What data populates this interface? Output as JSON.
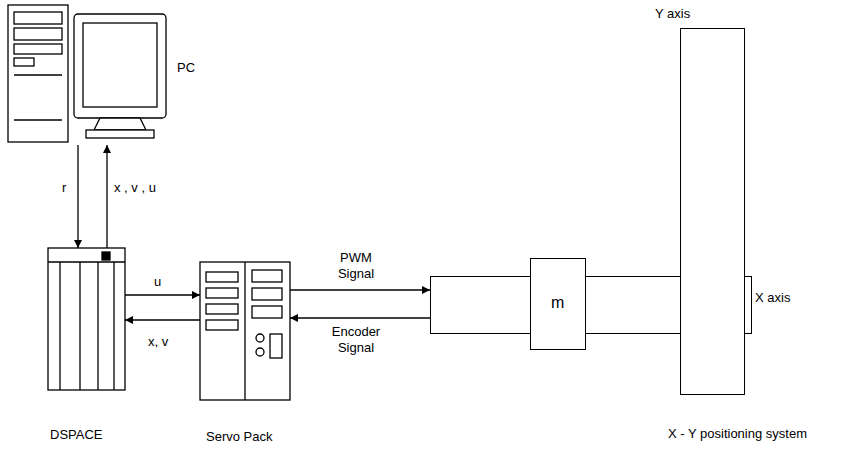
{
  "diagram": {
    "nodes": [
      {
        "text": [
          "PC"
        ]
      },
      {
        "text": [
          "DSPACE"
        ]
      },
      {
        "text": [
          "Servo Pack"
        ]
      },
      {
        "text": [
          "X axis"
        ]
      },
      {
        "text": [
          "m"
        ]
      },
      {
        "text": [
          "Y axis"
        ]
      }
    ],
    "edges": [
      {
        "from": 0,
        "to": 1,
        "arrow": "to",
        "label": "r"
      },
      {
        "from": 1,
        "to": 0,
        "arrow": "to",
        "label": "x , v , u"
      },
      {
        "from": 1,
        "to": 2,
        "arrow": "to",
        "label": "u"
      },
      {
        "from": 2,
        "to": 1,
        "arrow": "to",
        "label": "x, v"
      },
      {
        "from": 2,
        "to": 3,
        "arrow": "to",
        "label": "PWM Signal"
      },
      {
        "from": 3,
        "to": 2,
        "arrow": "to",
        "label": "Encoder Signal"
      }
    ],
    "labels": [
      "X - Y positioning system"
    ]
  }
}
